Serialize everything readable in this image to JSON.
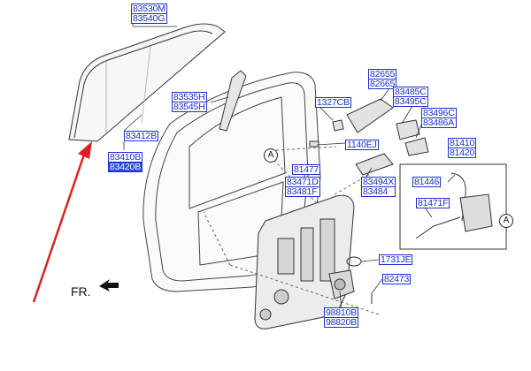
{
  "parts": {
    "glass_top": [
      "83530M",
      "83540G"
    ],
    "glass_bottom": [
      "83410B",
      "83420B"
    ],
    "channel_upper": [
      "83535H",
      "83545H"
    ],
    "run": "83412B",
    "handle": [
      "82655",
      "82665"
    ],
    "cap": [
      "83485C",
      "83495C"
    ],
    "seal": [
      "83496C",
      "83486A"
    ],
    "bolt": "1327CB",
    "clip": "1140EJ",
    "latch_top": [
      "81410",
      "81420"
    ],
    "rod": "81446",
    "rod2": "81471F",
    "module_label": "81477",
    "regulator": [
      "83471D",
      "83481F"
    ],
    "guide": [
      "83494X",
      "83484"
    ],
    "grommet": "1731JE",
    "screw": "82473",
    "motor": [
      "98810B",
      "98820B"
    ]
  },
  "callout_letter": "A",
  "front_label": "FR.",
  "colors": {
    "label": "#1a2fd0",
    "highlight": "#2a48e8",
    "arrow": "#e02020",
    "line": "#333333"
  }
}
